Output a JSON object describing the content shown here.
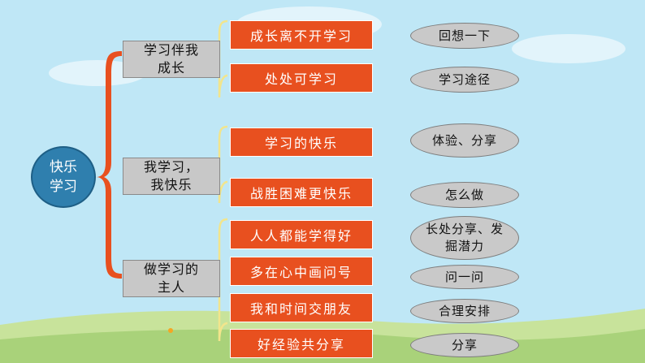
{
  "colors": {
    "sky": "#bfe7f6",
    "grass": "#a9d27a",
    "root": "#2f7fae",
    "bracket": "#e8501f",
    "leaf": "#e8501f",
    "branch_box": "#c8c8c8",
    "note": "#c9c9c9",
    "sub_bracket": "#f2e58c"
  },
  "mindmap": {
    "root": "快乐学习",
    "branches": [
      {
        "label": "学习伴我成长",
        "items": [
          {
            "leaf": "成长离不开学习",
            "note": "回想一下"
          },
          {
            "leaf": "处处可学习",
            "note": "学习途径"
          }
        ]
      },
      {
        "label": "我学习，我快乐",
        "items": [
          {
            "leaf": "学习的快乐",
            "note": "体验、分享"
          },
          {
            "leaf": "战胜困难更快乐",
            "note": "怎么做"
          }
        ]
      },
      {
        "label": "做学习的主人",
        "items": [
          {
            "leaf": "人人都能学得好",
            "note": "长处分享、发掘潜力"
          },
          {
            "leaf": "多在心中画问号",
            "note": "问一问"
          },
          {
            "leaf": "我和时间交朋友",
            "note": "合理安排"
          },
          {
            "leaf": "好经验共分享",
            "note": "分享"
          }
        ]
      }
    ]
  }
}
